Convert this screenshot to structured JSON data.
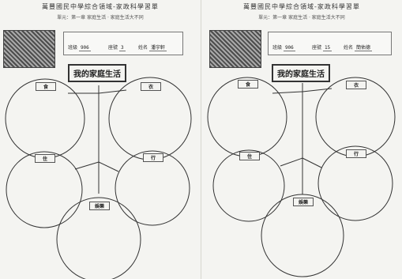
{
  "worksheet": {
    "title": "萬豐國民中學綜合領域-家政科學習單",
    "subtitle": "單元：第一章 家庭生活 · 家庭生活大不同",
    "topic": "我的家庭生活",
    "circle_labels": {
      "food": "食",
      "clothing": "衣",
      "housing": "住",
      "transport": "行",
      "leisure": "娛樂"
    }
  },
  "left_page": {
    "class_value": "906",
    "seat_value": "3",
    "name_value": "潘宇軒",
    "field_labels": {
      "grade": "班級",
      "seat": "座號",
      "name": "姓名"
    }
  },
  "right_page": {
    "class_value": "906",
    "seat_value": "15",
    "name_value": "簡佑德",
    "field_labels": {
      "grade": "班級",
      "seat": "座號",
      "name": "姓名"
    }
  }
}
